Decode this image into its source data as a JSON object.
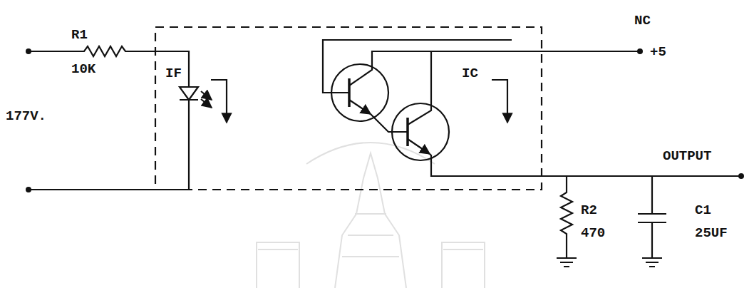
{
  "diagram": {
    "nodes": [
      {
        "text": [
          "IF",
          "IC"
        ]
      }
    ],
    "labels": [
      "R1",
      "10K",
      "177V.",
      "NC",
      "+5",
      "OUTPUT",
      "R2",
      "470",
      "C1",
      "25UF"
    ]
  }
}
